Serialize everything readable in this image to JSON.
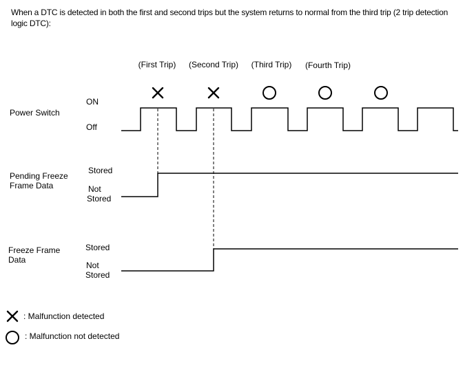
{
  "intro_text": "When a DTC is detected in both the first and second trips but the system returns to normal from the third trip (2 trip detection logic DTC):",
  "trips": [
    {
      "label": "(First Trip)",
      "symbol": "cross"
    },
    {
      "label": "(Second Trip)",
      "symbol": "cross"
    },
    {
      "label": "(Third Trip)",
      "symbol": "circle"
    },
    {
      "label": "(Fourth Trip)",
      "symbol": "circle"
    },
    {
      "label": "",
      "symbol": "circle"
    }
  ],
  "rows": {
    "power_switch": {
      "label_lines": [
        "Power Switch"
      ],
      "high_label": "ON",
      "low_label": "Off"
    },
    "pending_freeze": {
      "label_lines": [
        "Pending Freeze",
        "Frame Data"
      ],
      "high_label": "Stored",
      "low_label_lines": [
        "Not",
        "Stored"
      ],
      "stored_from_trip": 1
    },
    "freeze_frame": {
      "label_lines": [
        "Freeze Frame",
        "Data"
      ],
      "high_label": "Stored",
      "low_label_lines": [
        "Not",
        "Stored"
      ],
      "stored_from_trip": 2
    }
  },
  "legend": [
    {
      "symbol": "cross",
      "icon": "cross-icon",
      "text": ": Malfunction detected"
    },
    {
      "symbol": "circle",
      "icon": "circle-icon",
      "text": ": Malfunction not detected"
    }
  ]
}
